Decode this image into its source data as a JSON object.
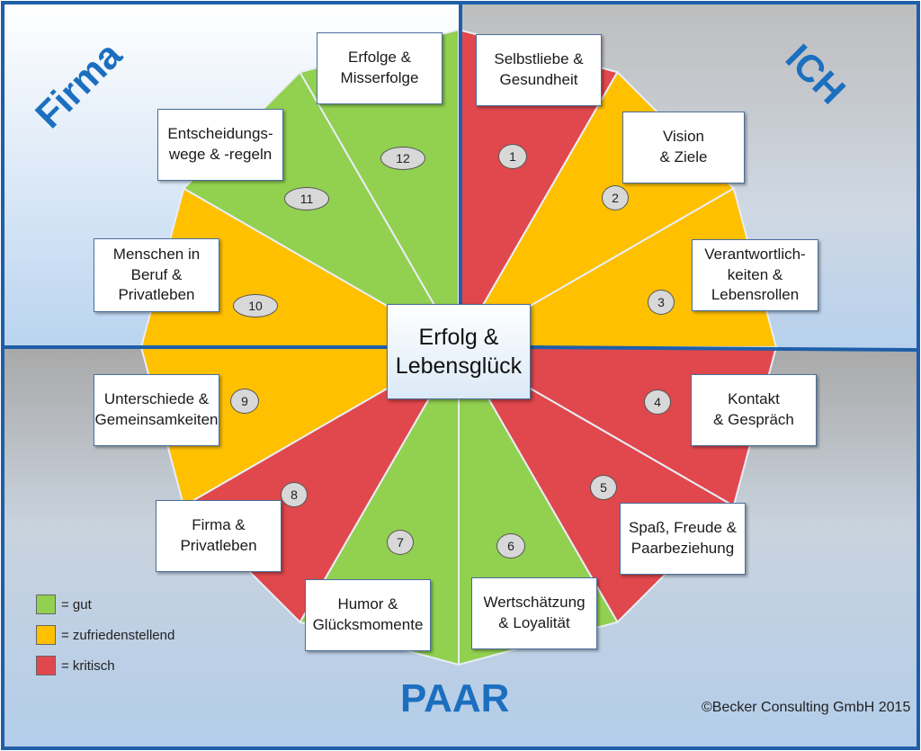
{
  "center": "Erfolg &\nLebensglück",
  "quadrants": {
    "top_left": "Firma",
    "top_right": "ICH",
    "bottom": "PAAR"
  },
  "colors": {
    "gut": "#92d050",
    "zufriedenstellend": "#ffc000",
    "kritisch": "#e0484d",
    "frame": "#1f5fa8",
    "title": "#1c6fbf"
  },
  "segments": [
    {
      "n": "1",
      "label": "Selbstliebe &\nGesundheit",
      "status": "kritisch"
    },
    {
      "n": "2",
      "label": "Vision\n& Ziele",
      "status": "zufriedenstellend"
    },
    {
      "n": "3",
      "label": "Verantwortlich-\nkeiten &\nLebensrollen",
      "status": "zufriedenstellend"
    },
    {
      "n": "4",
      "label": "Kontakt\n& Gespräch",
      "status": "kritisch"
    },
    {
      "n": "5",
      "label": "Spaß, Freude &\nPaarbeziehung",
      "status": "kritisch"
    },
    {
      "n": "6",
      "label": "Wertschätzung\n& Loyalität",
      "status": "gut"
    },
    {
      "n": "7",
      "label": "Humor &\nGlücksmomente",
      "status": "gut"
    },
    {
      "n": "8",
      "label": "Firma &\nPrivatleben",
      "status": "kritisch"
    },
    {
      "n": "9",
      "label": "Unterschiede &\nGemeinsamkeiten",
      "status": "zufriedenstellend"
    },
    {
      "n": "10",
      "label": "Menschen in\nBeruf &\nPrivatleben",
      "status": "zufriedenstellend"
    },
    {
      "n": "11",
      "label": "Entscheidungs-\nwege & -regeln",
      "status": "gut"
    },
    {
      "n": "12",
      "label": "Erfolge &\nMisserfolge",
      "status": "gut"
    }
  ],
  "legend": [
    {
      "status": "gut",
      "text": "= gut"
    },
    {
      "status": "zufriedenstellend",
      "text": "= zufriedenstellend"
    },
    {
      "status": "kritisch",
      "text": "= kritisch"
    }
  ],
  "copyright": "©Becker Consulting GmbH 2015"
}
